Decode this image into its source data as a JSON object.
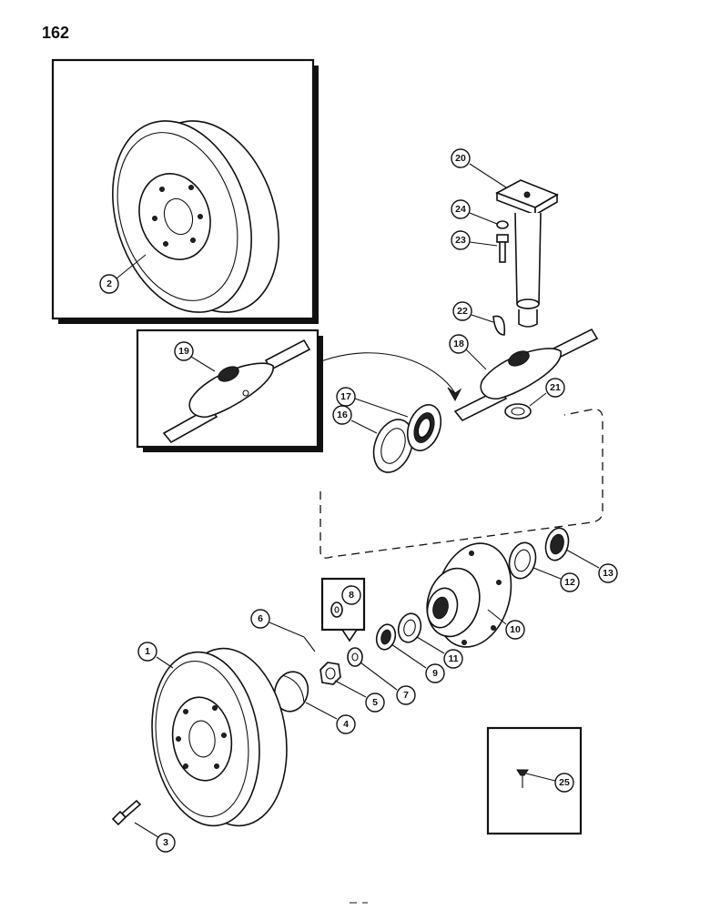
{
  "page": {
    "number": "162"
  },
  "callouts": [
    {
      "id": "1",
      "label": "1"
    },
    {
      "id": "2",
      "label": "2"
    },
    {
      "id": "3",
      "label": "3"
    },
    {
      "id": "4",
      "label": "4"
    },
    {
      "id": "5",
      "label": "5"
    },
    {
      "id": "6",
      "label": "6"
    },
    {
      "id": "7",
      "label": "7"
    },
    {
      "id": "8",
      "label": "8"
    },
    {
      "id": "9",
      "label": "9"
    },
    {
      "id": "10",
      "label": "10"
    },
    {
      "id": "11",
      "label": "11"
    },
    {
      "id": "12",
      "label": "12"
    },
    {
      "id": "13",
      "label": "13"
    },
    {
      "id": "16",
      "label": "16"
    },
    {
      "id": "17",
      "label": "17"
    },
    {
      "id": "18",
      "label": "18"
    },
    {
      "id": "19",
      "label": "19"
    },
    {
      "id": "20",
      "label": "20"
    },
    {
      "id": "21",
      "label": "21"
    },
    {
      "id": "22",
      "label": "22"
    },
    {
      "id": "23",
      "label": "23"
    },
    {
      "id": "24",
      "label": "24"
    },
    {
      "id": "25",
      "label": "25"
    }
  ]
}
